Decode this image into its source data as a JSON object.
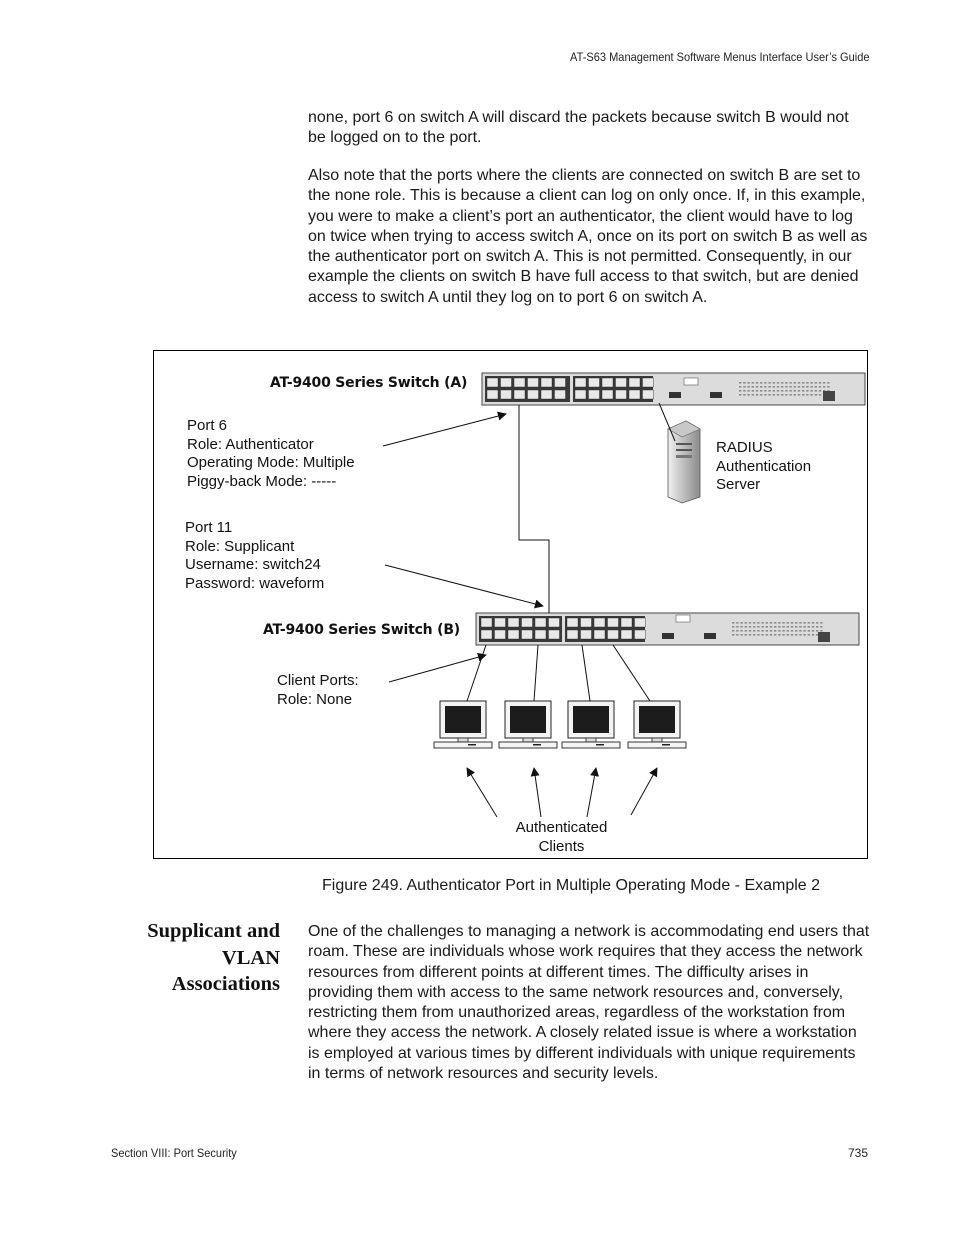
{
  "header": {
    "title": "AT-S63 Management Software Menus Interface User’s Guide"
  },
  "body": {
    "para1": "none, port 6 on switch A will discard the packets because switch B would not be logged on to the port.",
    "para2": "Also note that the ports where the clients are connected on switch B are set to the none role. This is because a client can log on only once. If, in this example, you were to make a client’s port an authenticator, the client would have to log on twice when trying to access switch A, once on its port on switch B as well as the authenticator port on switch A. This is not permitted. Consequently, in our example the clients on switch B have full access to that switch, but are denied access to switch A until they log on to port 6 on switch A."
  },
  "figure": {
    "switch_a_title": "AT-9400 Series Switch (A)",
    "switch_b_title": "AT-9400 Series Switch (B)",
    "port6": [
      "Port 6",
      "Role: Authenticator",
      "Operating Mode: Multiple",
      "Piggy-back Mode: -----"
    ],
    "port11": [
      "Port 11",
      "Role: Supplicant",
      "Username: switch24",
      "Password: waveform"
    ],
    "radius": [
      "RADIUS",
      "Authentication",
      "Server"
    ],
    "client_ports": [
      "Client Ports:",
      "Role: None"
    ],
    "authenticated": [
      "Authenticated",
      "Clients"
    ],
    "caption": "Figure 249. Authenticator Port in Multiple Operating Mode - Example 2"
  },
  "section": {
    "heading": [
      "Supplicant and",
      "VLAN",
      "Associations"
    ],
    "para": "One of the challenges to managing a network is accommodating end users that roam. These are individuals whose work requires that they access the network resources from different points at different times. The difficulty arises in providing them with access to the same network resources and, conversely, restricting them from unauthorized areas, regardless of the workstation from where they access the network. A closely related issue is where a workstation is employed at various times by different individuals with unique requirements in terms of network resources and security levels."
  },
  "footer": {
    "section": "Section VIII: Port Security",
    "page": "735"
  }
}
